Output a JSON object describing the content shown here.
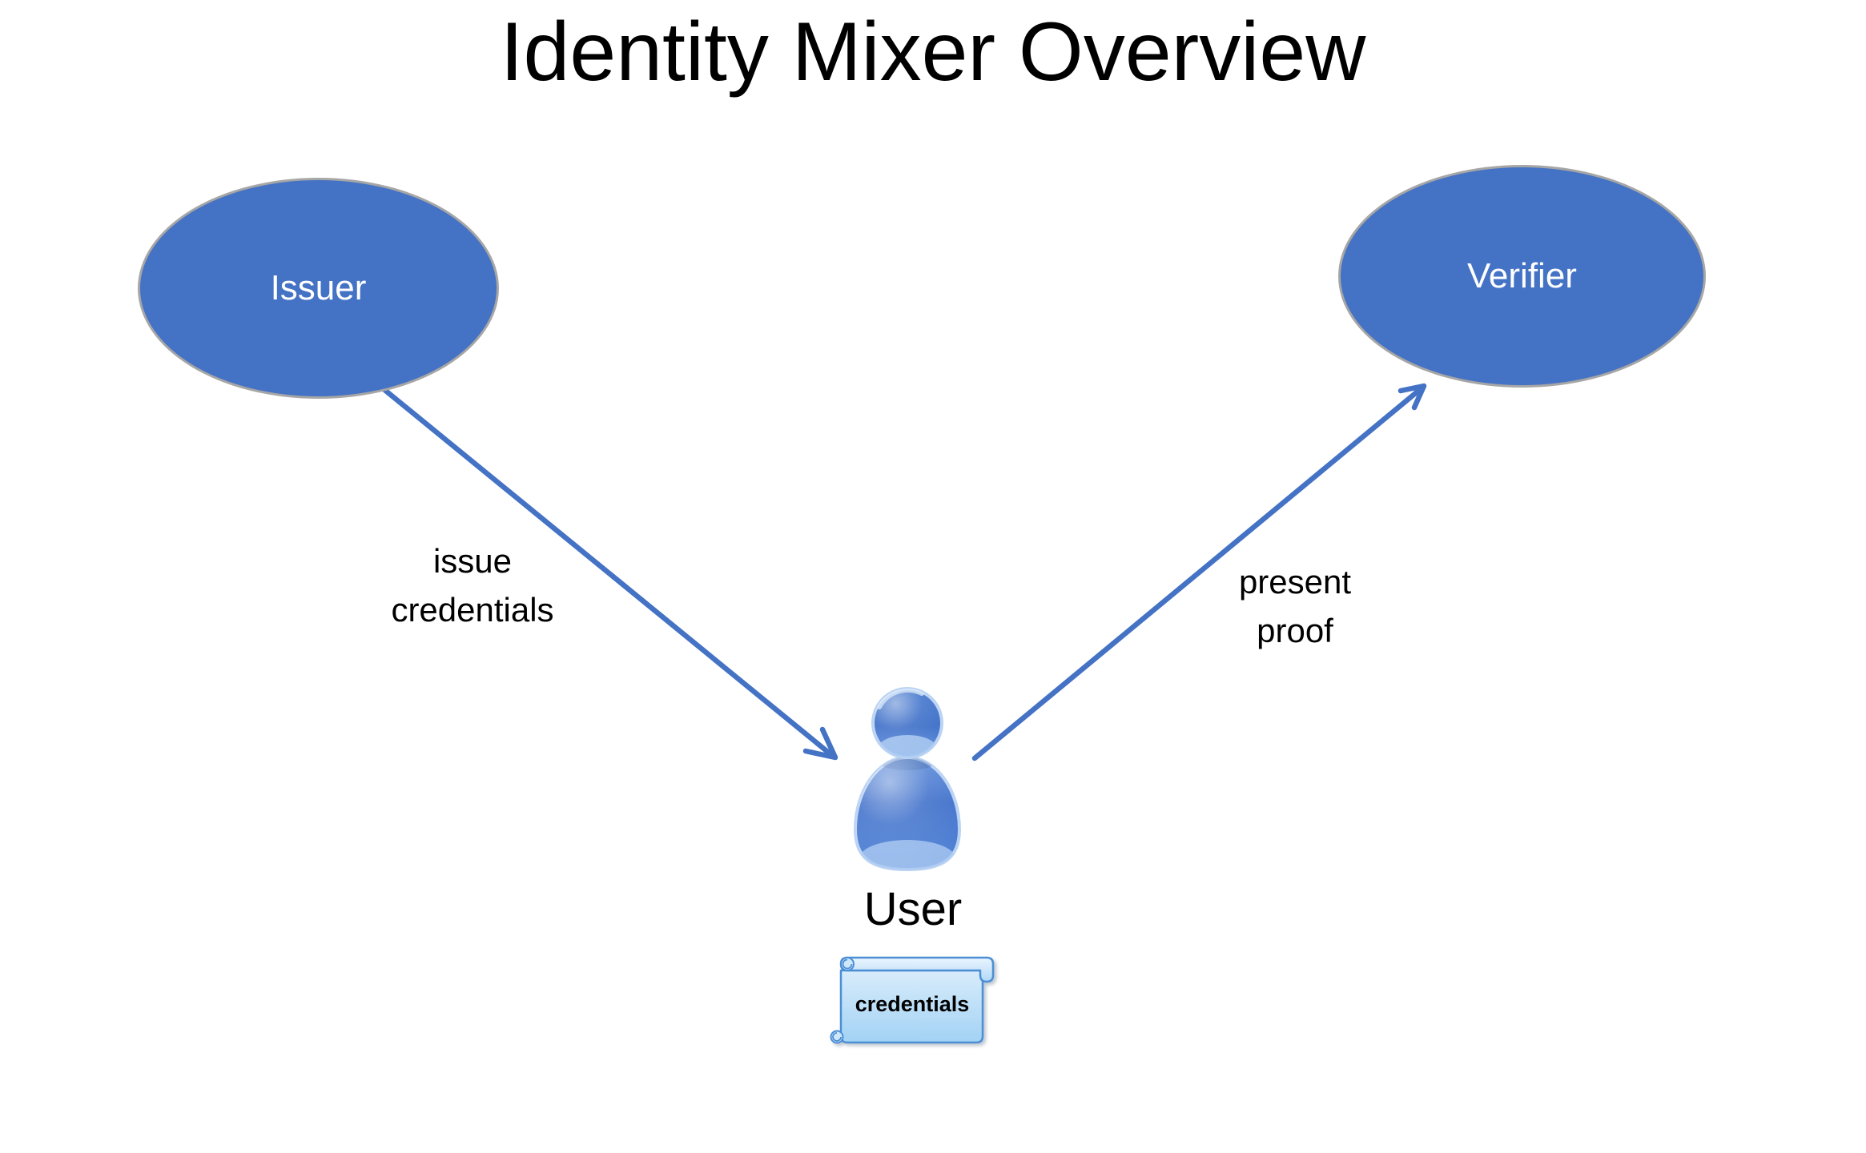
{
  "title": "Identity Mixer Overview",
  "diagram": {
    "nodes": {
      "issuer": {
        "label": "Issuer",
        "shape": "ellipse"
      },
      "verifier": {
        "label": "Verifier",
        "shape": "ellipse"
      },
      "user": {
        "label": "User",
        "icon": "person-icon"
      }
    },
    "edges": [
      {
        "from": "issuer",
        "to": "user",
        "label_line1": "issue",
        "label_line2": "credentials"
      },
      {
        "from": "user",
        "to": "verifier",
        "label_line1": "present",
        "label_line2": "proof"
      }
    ],
    "artifacts": {
      "credentials_scroll": {
        "label": "credentials",
        "shape": "horizontal-scroll"
      }
    }
  },
  "colors": {
    "background": "#FFFFFF",
    "text": "#000000",
    "node_fill": "#4472C4",
    "node_border": "#A6A6A6",
    "node_text": "#FFFFFF",
    "arrow": "#4472C4",
    "scroll_border": "#4D8FD5",
    "scroll_fill_light": "#D8ECFB",
    "scroll_fill_dark": "#A2D2F4",
    "person_blue": "#4A7BD3"
  }
}
